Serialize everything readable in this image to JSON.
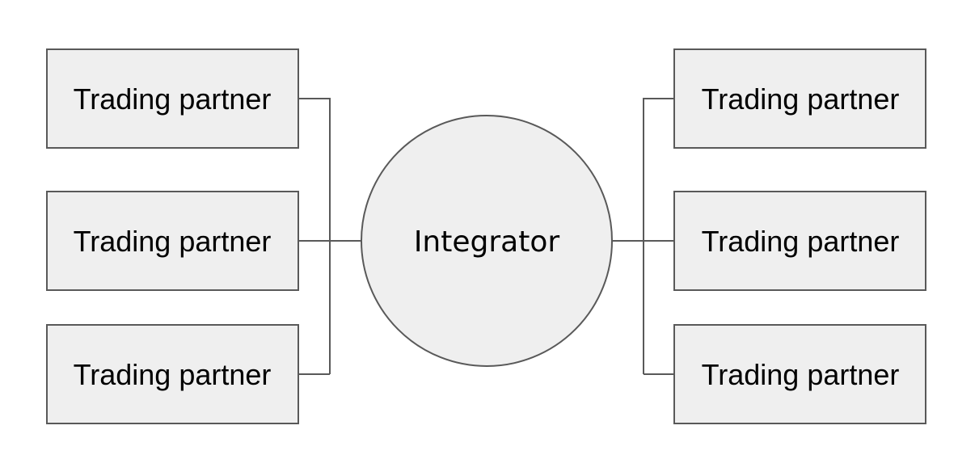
{
  "diagram": {
    "hub": {
      "label": "Integrator"
    },
    "partners_left": [
      {
        "label": "Trading partner"
      },
      {
        "label": "Trading partner"
      },
      {
        "label": "Trading partner"
      }
    ],
    "partners_right": [
      {
        "label": "Trading partner"
      },
      {
        "label": "Trading partner"
      },
      {
        "label": "Trading partner"
      }
    ],
    "colors": {
      "fill": "#efefef",
      "stroke": "#595959",
      "text": "#000000"
    }
  }
}
